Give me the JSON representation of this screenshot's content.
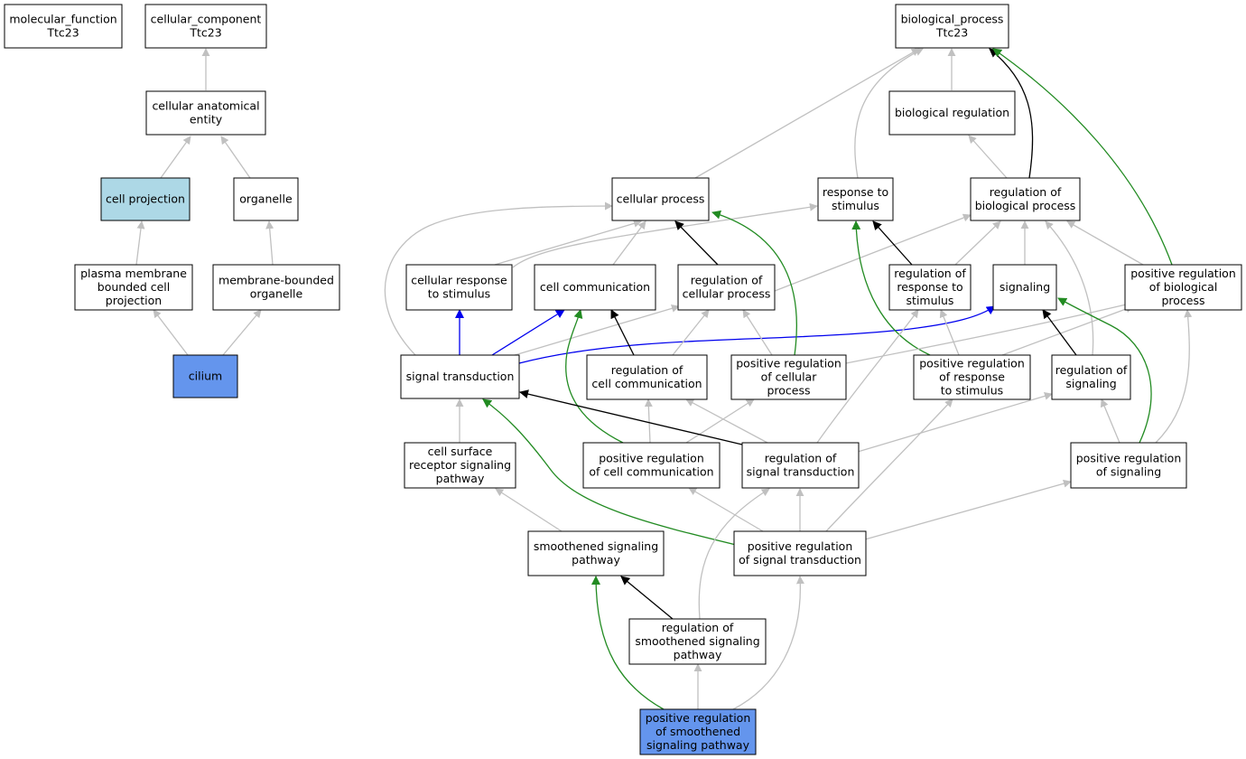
{
  "colors": {
    "gray": "#c0c0c0",
    "black": "#000000",
    "green": "#228b22",
    "blue": "#0000ee",
    "highlight_light": "#add8e6",
    "highlight_dark": "#6495ed",
    "node_fill": "#ffffff"
  },
  "nodes": [
    {
      "id": "mf",
      "lines": [
        "molecular_function",
        "Ttc23"
      ],
      "fill": "white"
    },
    {
      "id": "cc",
      "lines": [
        "cellular_component",
        "Ttc23"
      ],
      "fill": "white"
    },
    {
      "id": "bp",
      "lines": [
        "biological_process",
        "Ttc23"
      ],
      "fill": "white"
    },
    {
      "id": "cae",
      "lines": [
        "cellular anatomical",
        "entity"
      ],
      "fill": "white"
    },
    {
      "id": "cproj",
      "lines": [
        "cell projection"
      ],
      "fill": "lightblue"
    },
    {
      "id": "organelle",
      "lines": [
        "organelle"
      ],
      "fill": "white"
    },
    {
      "id": "pmbcp",
      "lines": [
        "plasma membrane",
        "bounded cell",
        "projection"
      ],
      "fill": "white"
    },
    {
      "id": "mbo",
      "lines": [
        "membrane-bounded",
        "organelle"
      ],
      "fill": "white"
    },
    {
      "id": "cilium",
      "lines": [
        "cilium"
      ],
      "fill": "cornflowerblue"
    },
    {
      "id": "breg",
      "lines": [
        "biological regulation"
      ],
      "fill": "white"
    },
    {
      "id": "cellproc",
      "lines": [
        "cellular process"
      ],
      "fill": "white"
    },
    {
      "id": "rts",
      "lines": [
        "response to",
        "stimulus"
      ],
      "fill": "white"
    },
    {
      "id": "regbp",
      "lines": [
        "regulation of",
        "biological process"
      ],
      "fill": "white"
    },
    {
      "id": "crts",
      "lines": [
        "cellular response",
        "to stimulus"
      ],
      "fill": "white"
    },
    {
      "id": "ccomm",
      "lines": [
        "cell communication"
      ],
      "fill": "white"
    },
    {
      "id": "regcp",
      "lines": [
        "regulation of",
        "cellular process"
      ],
      "fill": "white"
    },
    {
      "id": "regrts",
      "lines": [
        "regulation of",
        "response to",
        "stimulus"
      ],
      "fill": "white"
    },
    {
      "id": "signaling",
      "lines": [
        "signaling"
      ],
      "fill": "white"
    },
    {
      "id": "posregbp",
      "lines": [
        "positive regulation",
        "of biological",
        "process"
      ],
      "fill": "white"
    },
    {
      "id": "sigtrans",
      "lines": [
        "signal transduction"
      ],
      "fill": "white"
    },
    {
      "id": "regcc",
      "lines": [
        "regulation of",
        "cell communication"
      ],
      "fill": "white"
    },
    {
      "id": "posregcp",
      "lines": [
        "positive regulation",
        "of cellular",
        "process"
      ],
      "fill": "white"
    },
    {
      "id": "posregrts",
      "lines": [
        "positive regulation",
        "of response",
        "to stimulus"
      ],
      "fill": "white"
    },
    {
      "id": "regsig",
      "lines": [
        "regulation of",
        "signaling"
      ],
      "fill": "white"
    },
    {
      "id": "csrsp",
      "lines": [
        "cell surface",
        "receptor signaling",
        "pathway"
      ],
      "fill": "white"
    },
    {
      "id": "posregcc",
      "lines": [
        "positive regulation",
        "of cell communication"
      ],
      "fill": "white"
    },
    {
      "id": "regst",
      "lines": [
        "regulation of",
        "signal transduction"
      ],
      "fill": "white"
    },
    {
      "id": "posregsig",
      "lines": [
        "positive regulation",
        "of signaling"
      ],
      "fill": "white"
    },
    {
      "id": "ssp",
      "lines": [
        "smoothened signaling",
        "pathway"
      ],
      "fill": "white"
    },
    {
      "id": "posregst",
      "lines": [
        "positive regulation",
        "of signal transduction"
      ],
      "fill": "white"
    },
    {
      "id": "regssp",
      "lines": [
        "regulation of",
        "smoothened signaling",
        "pathway"
      ],
      "fill": "white"
    },
    {
      "id": "posregssp",
      "lines": [
        "positive regulation",
        "of smoothened",
        "signaling pathway"
      ],
      "fill": "cornflowerblue"
    }
  ]
}
